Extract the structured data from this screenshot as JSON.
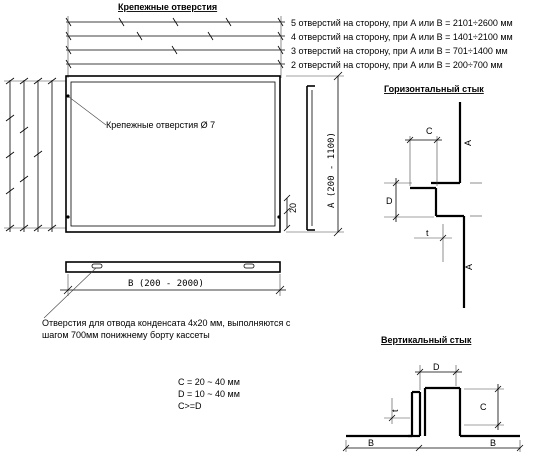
{
  "title": "Крепежные отверстия",
  "hole_rules": [
    "5 отверстий на сторону, при А или В = 2101÷2600 мм",
    "4 отверстий на сторону, при А или В = 1401÷2100 мм",
    "3 отверстий на сторону, при А или В = 701÷1400 мм",
    "2 отверстий на сторону, при А или В = 200÷700 мм"
  ],
  "hole_label": "Крепежные отверстия  Ø 7",
  "dim_a": "А (200 - 1100)",
  "dim_b": "В (200 - 2000)",
  "dim_20": "20",
  "condensate_note": [
    "Отверстия для отвода конденсата 4х20 мм, выполняются с",
    "шагом 700мм понижнему борту кассеты"
  ],
  "horizontal_joint": {
    "title": "Горизонтальный стык",
    "label_c": "С",
    "label_d": "D",
    "label_a_top": "А",
    "label_a_bottom": "А",
    "label_t": "t"
  },
  "vertical_joint": {
    "title": "Вертикальный стык",
    "label_d": "D",
    "label_c": "С",
    "label_t": "t",
    "label_b_left": "В",
    "label_b_right": "В"
  },
  "constraints": [
    "C = 20 ~ 40 мм",
    "D = 10 ~ 40 мм",
    "C>=D"
  ]
}
